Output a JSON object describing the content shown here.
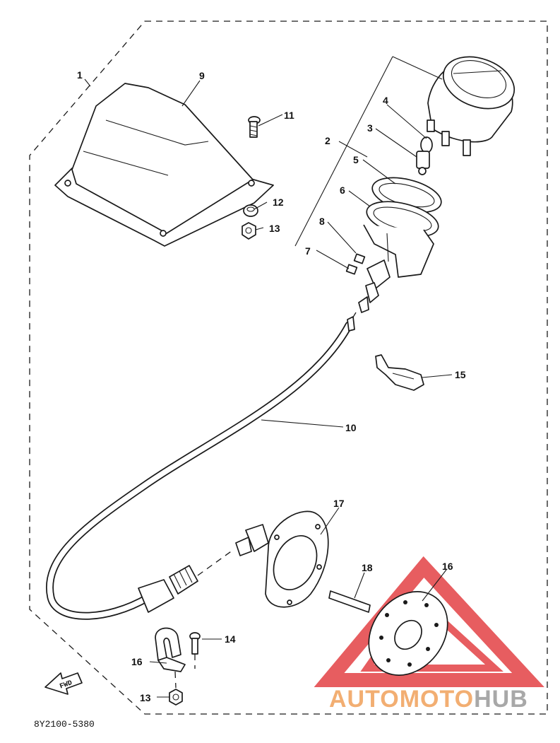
{
  "diagram": {
    "callouts": [
      {
        "id": "c1",
        "text": "1"
      },
      {
        "id": "c2",
        "text": "2"
      },
      {
        "id": "c3",
        "text": "3"
      },
      {
        "id": "c4",
        "text": "4"
      },
      {
        "id": "c5",
        "text": "5"
      },
      {
        "id": "c6",
        "text": "6"
      },
      {
        "id": "c7",
        "text": "7"
      },
      {
        "id": "c8",
        "text": "8"
      },
      {
        "id": "c9",
        "text": "9"
      },
      {
        "id": "c10",
        "text": "10"
      },
      {
        "id": "c11",
        "text": "11"
      },
      {
        "id": "c12",
        "text": "12"
      },
      {
        "id": "c13a",
        "text": "13"
      },
      {
        "id": "c13b",
        "text": "13"
      },
      {
        "id": "c14",
        "text": "14"
      },
      {
        "id": "c15",
        "text": "15"
      },
      {
        "id": "c16a",
        "text": "16"
      },
      {
        "id": "c16b",
        "text": "16"
      },
      {
        "id": "c17",
        "text": "17"
      },
      {
        "id": "c18",
        "text": "18"
      }
    ],
    "fwd_label": "FWD",
    "drawing_code": "8Y2100-5380"
  },
  "watermark": {
    "part1": "AUTO",
    "part2": "MOTO",
    "part3": "HUB",
    "color_orange": "#f0a05a",
    "color_gray": "#9a9a9a",
    "color_red": "#e0282c"
  }
}
